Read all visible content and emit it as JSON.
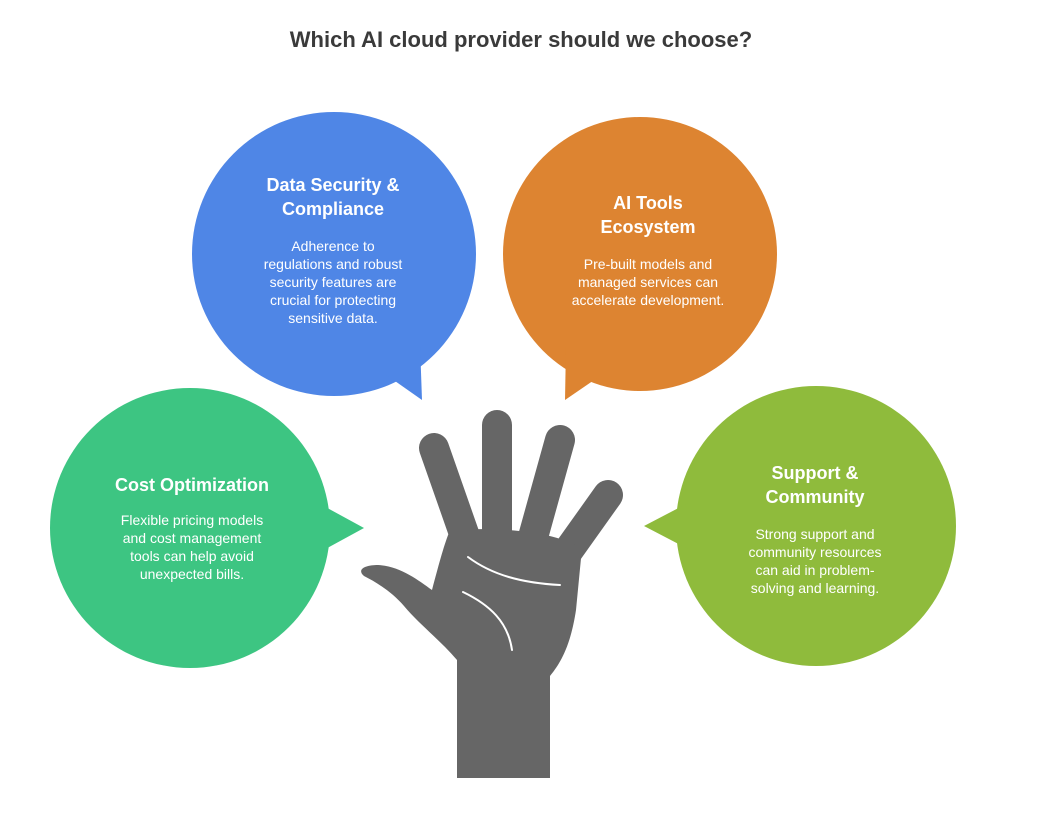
{
  "title": "Which AI cloud provider should we choose?",
  "colors": {
    "security": "#4f86e6",
    "tools": "#dd8431",
    "cost": "#3dc582",
    "support": "#8fbb3c",
    "hand": "#666666"
  },
  "bubbles": {
    "security": {
      "title": "Data Security & Compliance",
      "desc": "Adherence to regulations and robust security features are crucial for protecting sensitive data."
    },
    "tools": {
      "title": "AI Tools Ecosystem",
      "desc": "Pre-built models and managed services can accelerate development."
    },
    "cost": {
      "title": "Cost Optimization",
      "desc": "Flexible pricing models and cost management tools can help avoid unexpected bills."
    },
    "support": {
      "title": "Support & Community",
      "desc": "Strong support and community resources can aid in problem-solving and learning."
    }
  }
}
